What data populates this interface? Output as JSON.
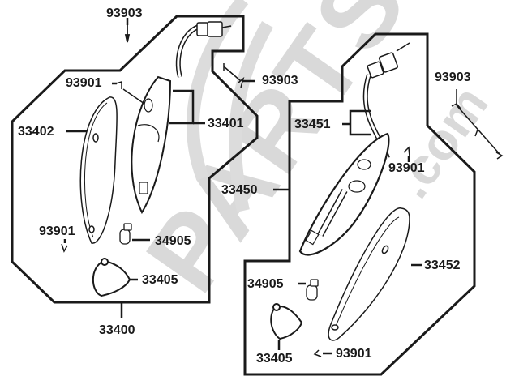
{
  "diagram": {
    "type": "exploded-parts-view",
    "subject": "turn signal lamp assemblies (left and right)",
    "colors": {
      "line": "#1a1a1a",
      "watermark": "#d9d9d9",
      "background": "#ffffff"
    }
  },
  "watermark": {
    "text_main": "PARTS",
    "text_suffix": ".com"
  },
  "groups": [
    {
      "assembly_number": "33400",
      "side": "left",
      "parts": [
        {
          "number": "33401",
          "name": "lamp body with harness"
        },
        {
          "number": "33402",
          "name": "lens"
        },
        {
          "number": "93901",
          "name": "screw (upper)"
        },
        {
          "number": "93901",
          "name": "screw (lower)"
        },
        {
          "number": "34905",
          "name": "bulb"
        },
        {
          "number": "33405",
          "name": "socket"
        }
      ]
    },
    {
      "assembly_number": "33450",
      "side": "right",
      "parts": [
        {
          "number": "33451",
          "name": "lamp body with harness"
        },
        {
          "number": "33452",
          "name": "lens"
        },
        {
          "number": "93901",
          "name": "screw (upper)"
        },
        {
          "number": "93901",
          "name": "screw (lower)"
        },
        {
          "number": "34905",
          "name": "bulb"
        },
        {
          "number": "33405",
          "name": "socket"
        }
      ]
    }
  ],
  "labels": {
    "l_93903_top": "93903",
    "l_93903_mid": "93903",
    "l_93903_right": "93903",
    "l_93901_a": "93901",
    "l_33402": "33402",
    "l_33401": "33401",
    "l_93901_b": "93901",
    "l_34905_a": "34905",
    "l_33405_a": "33405",
    "l_33400": "33400",
    "l_33451": "33451",
    "l_33450": "33450",
    "l_93901_c": "93901",
    "l_33452": "33452",
    "l_34905_b": "34905",
    "l_33405_b": "33405",
    "l_93901_d": "93901"
  }
}
